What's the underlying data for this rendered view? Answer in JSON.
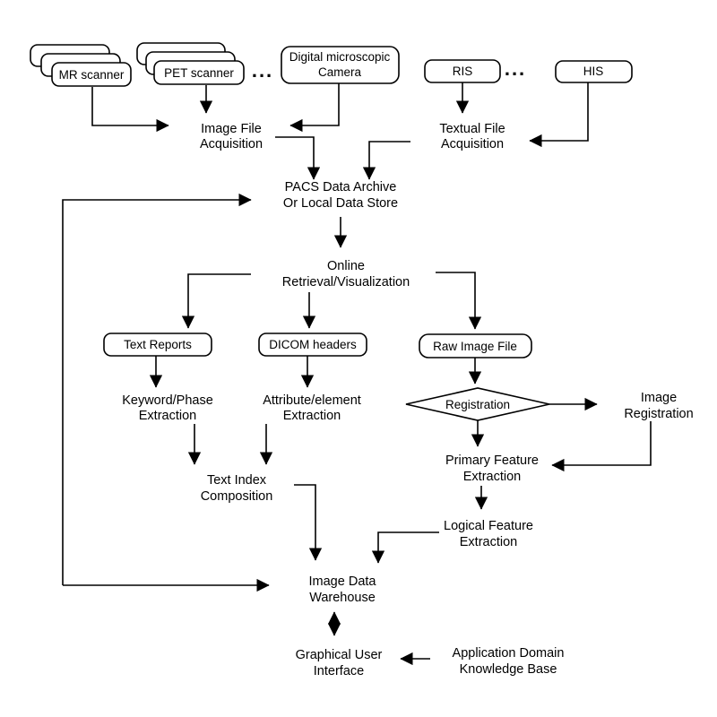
{
  "colors": {
    "line": "#000000",
    "background": "#ffffff",
    "box_fill": "#ffffff"
  },
  "devices": {
    "mr": "MR scanner",
    "pet": "PET scanner",
    "camera": [
      "Digital microscopic",
      "Camera"
    ],
    "ris": "RIS",
    "his": "HIS",
    "ellipsis": "..."
  },
  "stores": {
    "text_reports": "Text Reports",
    "dicom_headers": "DICOM headers",
    "raw_image_file": "Raw Image File"
  },
  "decision": {
    "registration": "Registration"
  },
  "processes": {
    "image_file_acquisition": [
      "Image File",
      "Acquisition"
    ],
    "textual_file_acquisition": [
      "Textual File",
      "Acquisition"
    ],
    "pacs": [
      "PACS Data Archive",
      "Or Local Data Store"
    ],
    "online": [
      "Online",
      "Retrieval/Visualization"
    ],
    "keyword_extraction": [
      "Keyword/Phase",
      "Extraction"
    ],
    "attribute_extraction": [
      "Attribute/element",
      "Extraction"
    ],
    "primary_feature": [
      "Primary Feature",
      "Extraction"
    ],
    "logical_feature": [
      "Logical Feature",
      "Extraction"
    ],
    "image_registration": [
      "Image",
      "Registration"
    ],
    "text_index": [
      "Text Index",
      "Composition"
    ],
    "warehouse": [
      "Image Data",
      "Warehouse"
    ],
    "gui": [
      "Graphical User",
      "Interface"
    ],
    "knowledge_base": [
      "Application Domain",
      "Knowledge Base"
    ]
  }
}
